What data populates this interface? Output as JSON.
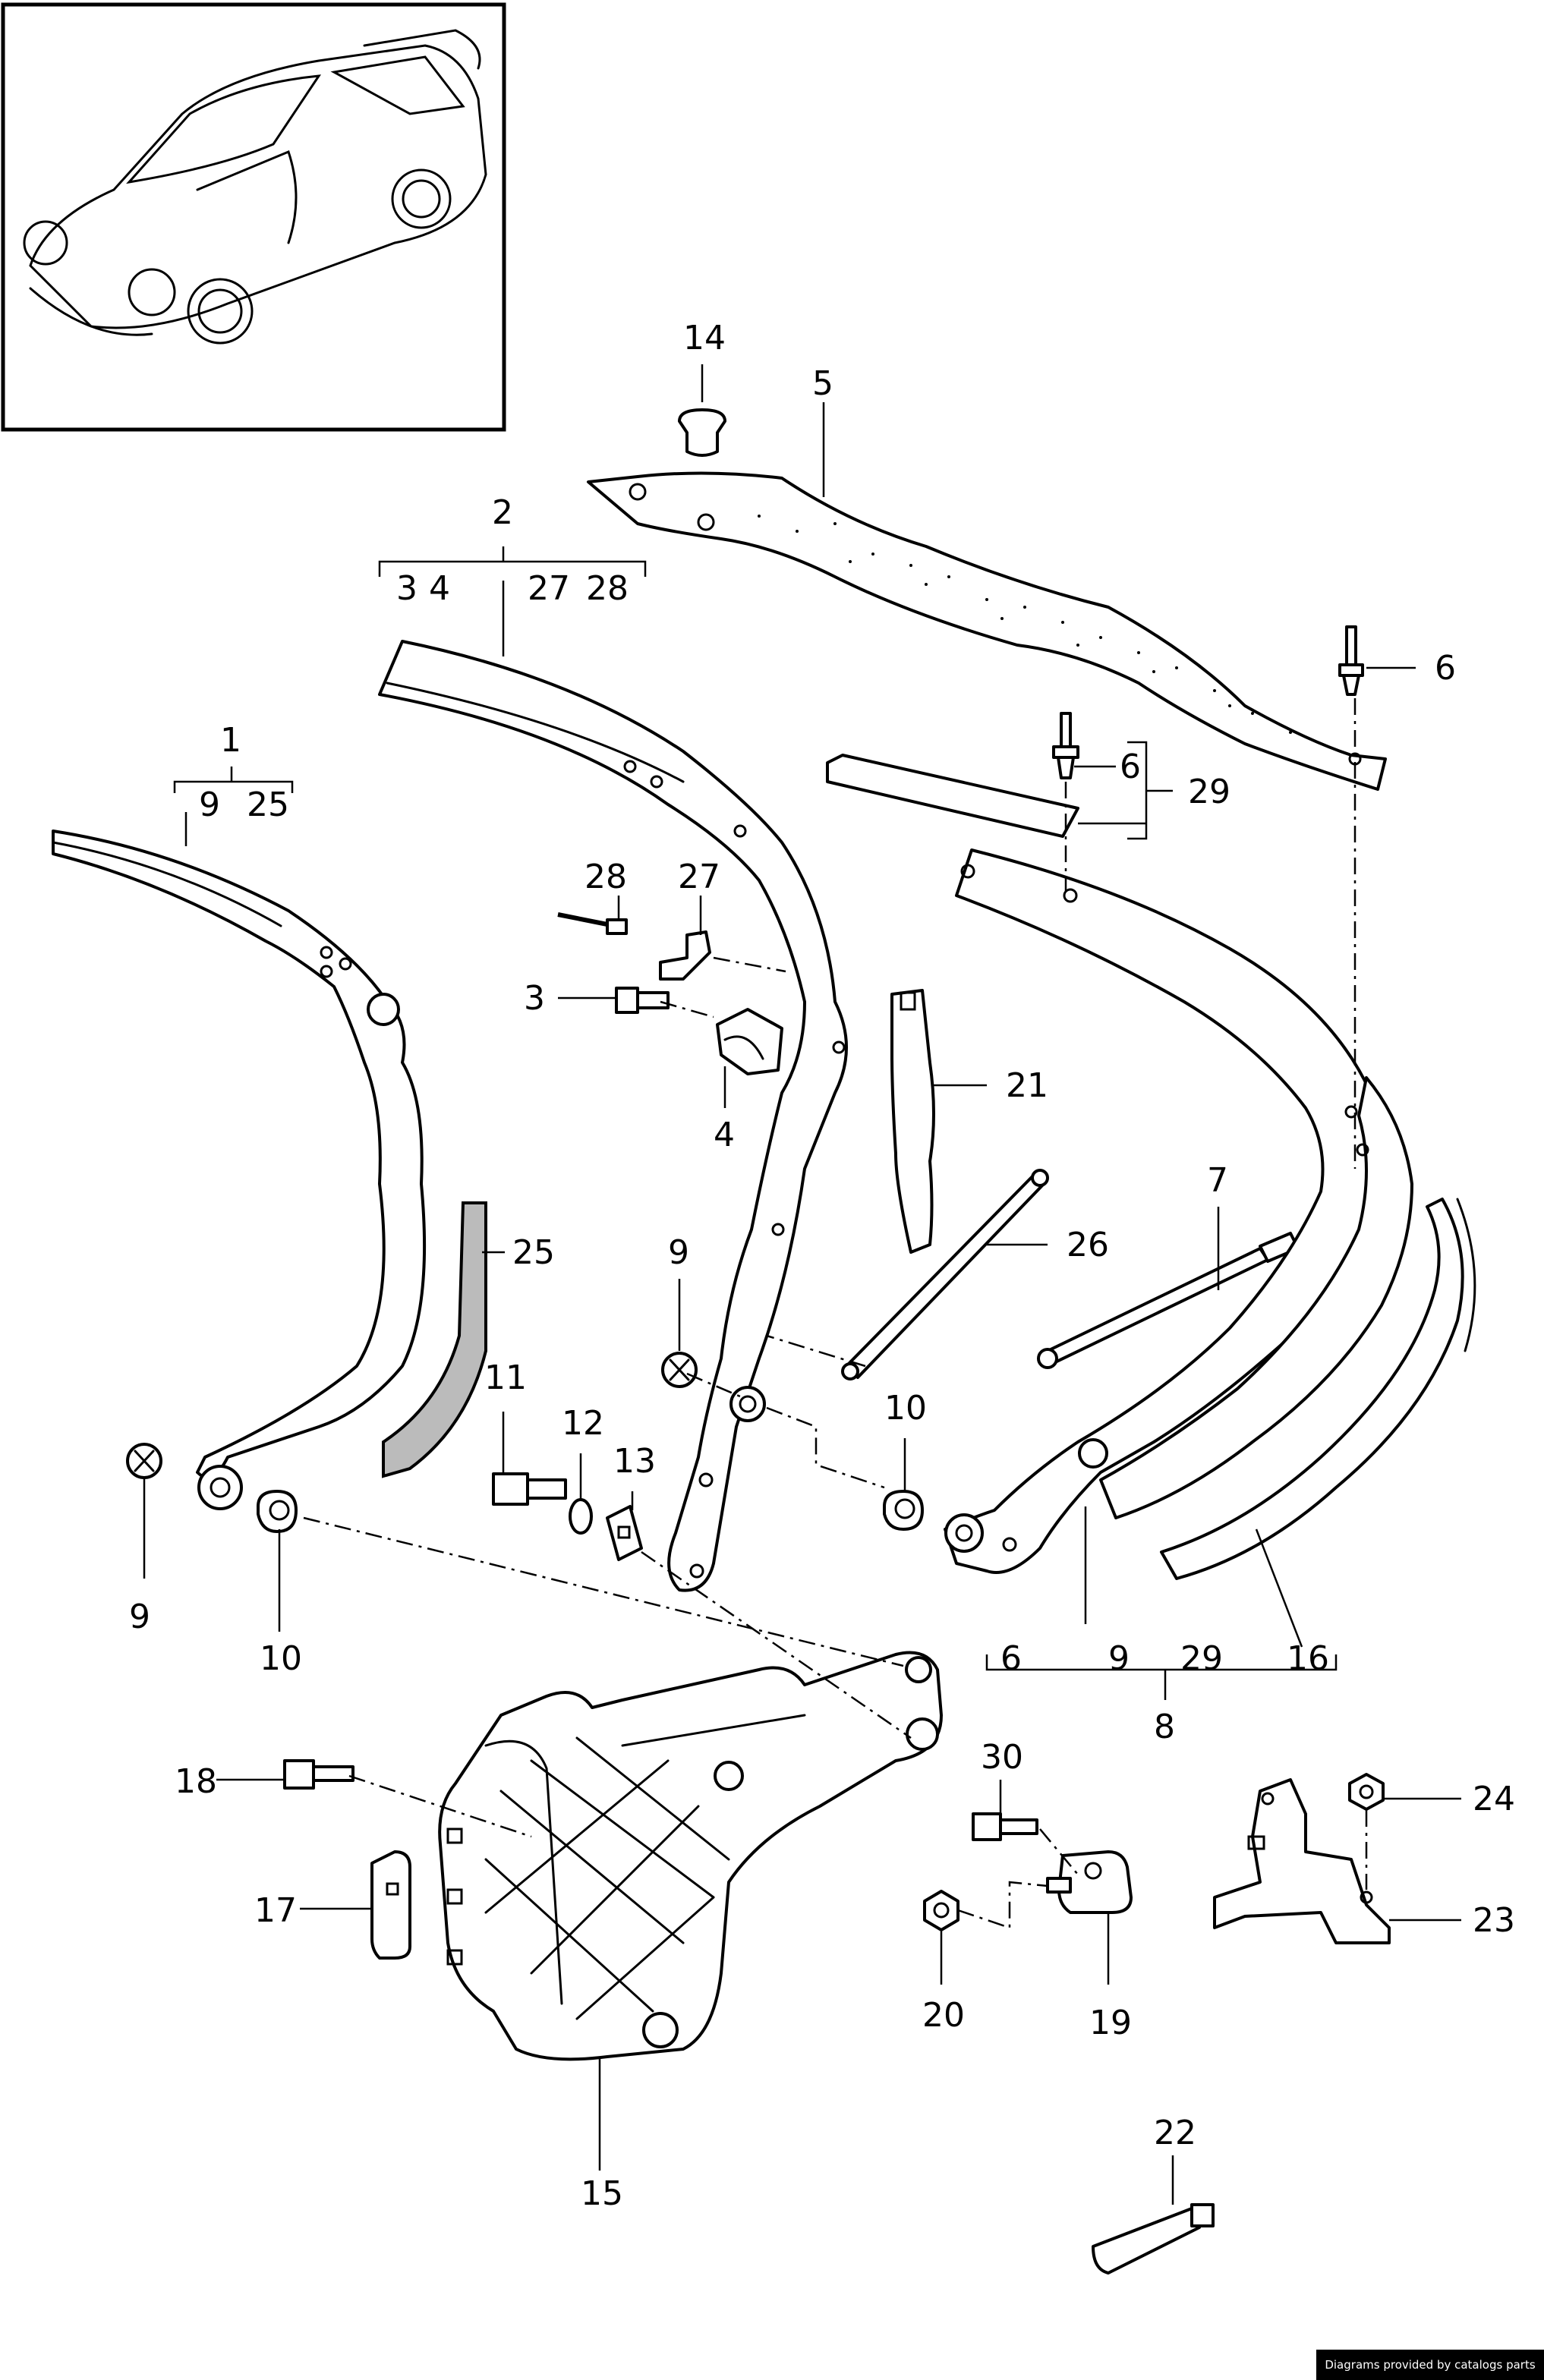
{
  "callouts": {
    "c1": "1",
    "c2": "2",
    "c3": "3",
    "c4": "4",
    "c5": "5",
    "c6a": "6",
    "c6b": "6",
    "c7": "7",
    "c8": "8",
    "c9a": "9",
    "c9b": "9",
    "c10a": "10",
    "c10b": "10",
    "c11": "11",
    "c12": "12",
    "c13": "13",
    "c14": "14",
    "c15": "15",
    "c16": "16",
    "c17": "17",
    "c18": "18",
    "c19": "19",
    "c20": "20",
    "c21": "21",
    "c22": "22",
    "c23": "23",
    "c24": "24",
    "c25": "25",
    "c26": "26",
    "c27": "27",
    "c28": "28",
    "c29": "29",
    "c30": "30"
  },
  "groups": {
    "g1": [
      "9",
      "25"
    ],
    "g2": [
      "3",
      "4",
      "27",
      "28"
    ],
    "g8": [
      "6",
      "9",
      "29",
      "16"
    ]
  },
  "footer": "Diagrams provided by catalogs parts"
}
